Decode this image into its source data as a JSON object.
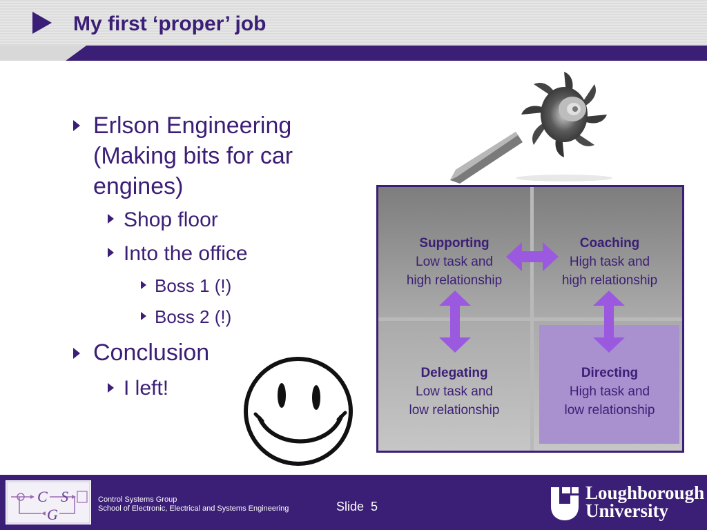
{
  "slide": {
    "title": "My first ‘proper’ job",
    "bullets": {
      "b1": "Erlson Engineering",
      "b1_cont1": "(Making bits for car",
      "b1_cont2": "engines)",
      "b1a": "Shop floor",
      "b1b": "Into the office",
      "b1b1": "Boss 1 (!)",
      "b1b2": "Boss 2 (!)",
      "b2": "Conclusion",
      "b2a": "I left!"
    },
    "grid": {
      "supporting": {
        "title": "Supporting",
        "line1": "Low task and",
        "line2": "high relationship"
      },
      "coaching": {
        "title": "Coaching",
        "line1": "High task and",
        "line2": "high relationship"
      },
      "delegating": {
        "title": "Delegating",
        "line1": "Low task and",
        "line2": "low relationship"
      },
      "directing": {
        "title": "Directing",
        "line1": "High task and",
        "line2": "low relationship"
      }
    }
  },
  "footer": {
    "logo_letters": {
      "c": "C",
      "s": "S",
      "g": "G"
    },
    "group": "Control Systems Group",
    "school": "School of Electronic, Electrical and Systems Engineering",
    "slide_label": "Slide",
    "slide_number": "5",
    "university_line1": "Loughborough",
    "university_line2": "University"
  },
  "colors": {
    "accent": "#3b1e75",
    "arrow": "#9b59e0",
    "directing_cell": "#a990cf"
  },
  "icons": [
    "play-arrow-icon",
    "bullet-triangle-icon",
    "double-arrow-icon",
    "smiley-face-icon",
    "turbine-image",
    "loughborough-logo-icon"
  ]
}
